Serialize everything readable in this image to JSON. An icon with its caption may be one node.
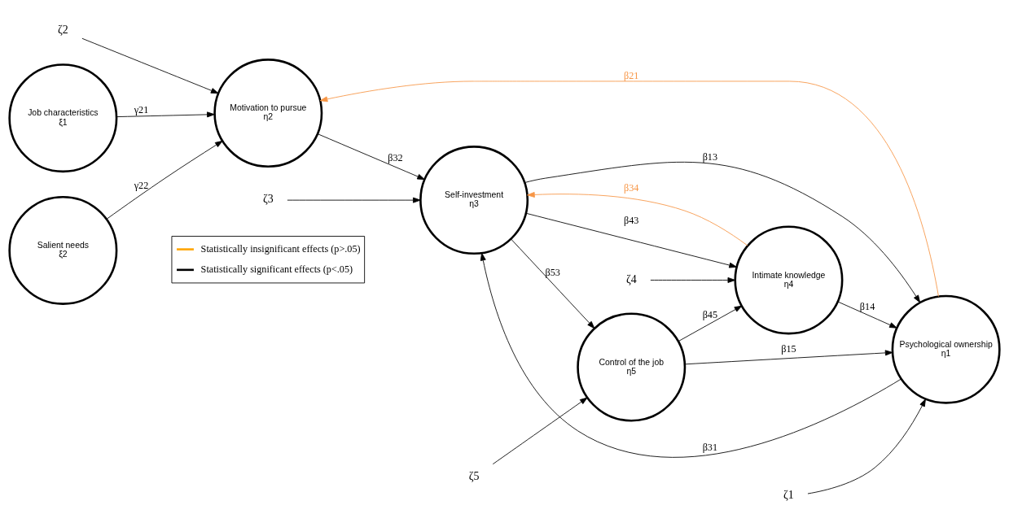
{
  "diagram": {
    "nodes": [
      {
        "text": [
          "Job characteristics",
          "ξ1"
        ]
      },
      {
        "text": [
          "Salient needs",
          "ξ2"
        ]
      },
      {
        "text": [
          "Motivation to pursue",
          "η2"
        ]
      },
      {
        "text": [
          "Self-investment",
          "η3"
        ]
      },
      {
        "text": [
          "Intimate knowledge",
          "η4"
        ]
      },
      {
        "text": [
          "Control of the job",
          "η5"
        ]
      },
      {
        "text": [
          "Psychological ownership",
          "η1"
        ]
      },
      {
        "text": [
          "ζ3"
        ]
      },
      {
        "text": [
          "ζ2"
        ]
      },
      {
        "text": [
          "ζ1"
        ]
      },
      {
        "text": [
          "ζ4"
        ]
      },
      {
        "text": [
          "ζ5"
        ]
      }
    ],
    "edges": [
      {
        "from": 0,
        "to": 2,
        "arrow": "to",
        "label": "γ21"
      },
      {
        "from": 1,
        "to": 2,
        "arrow": "to",
        "label": "γ22"
      },
      {
        "from": 2,
        "to": 3,
        "arrow": "to",
        "label": "β32"
      },
      {
        "from": 6,
        "to": 3,
        "arrow": "to",
        "label": "β31"
      },
      {
        "from": 3,
        "to": 4,
        "arrow": "to",
        "label": "β43"
      },
      {
        "from": 4,
        "to": 3,
        "arrow": "to",
        "label": "β34",
        "color": "#f79646"
      },
      {
        "from": 3,
        "to": 6,
        "arrow": "to",
        "label": "β13"
      },
      {
        "from": 3,
        "to": 5,
        "arrow": "to",
        "label": "β53"
      },
      {
        "from": 4,
        "to": 6,
        "arrow": "to",
        "label": "β14"
      },
      {
        "from": 5,
        "to": 4,
        "arrow": "to",
        "label": "β45"
      },
      {
        "from": 5,
        "to": 6,
        "arrow": "to",
        "label": "β15"
      },
      {
        "from": 6,
        "to": 2,
        "arrow": "to",
        "label": "β21",
        "color": "#f79646"
      },
      {
        "from": 7,
        "to": 3,
        "arrow": "to"
      },
      {
        "from": 8,
        "to": 2,
        "arrow": "to"
      },
      {
        "from": 9,
        "to": 6,
        "arrow": "to"
      },
      {
        "from": 10,
        "to": 4,
        "arrow": "to"
      },
      {
        "from": 11,
        "to": 5,
        "arrow": "to"
      }
    ],
    "legend": [
      {
        "text": "Statistically insignificant effects (p>.05)",
        "color": "#ffa500"
      },
      {
        "text": "Statistically significant effects (p<.05)",
        "color": "#000000"
      }
    ]
  }
}
